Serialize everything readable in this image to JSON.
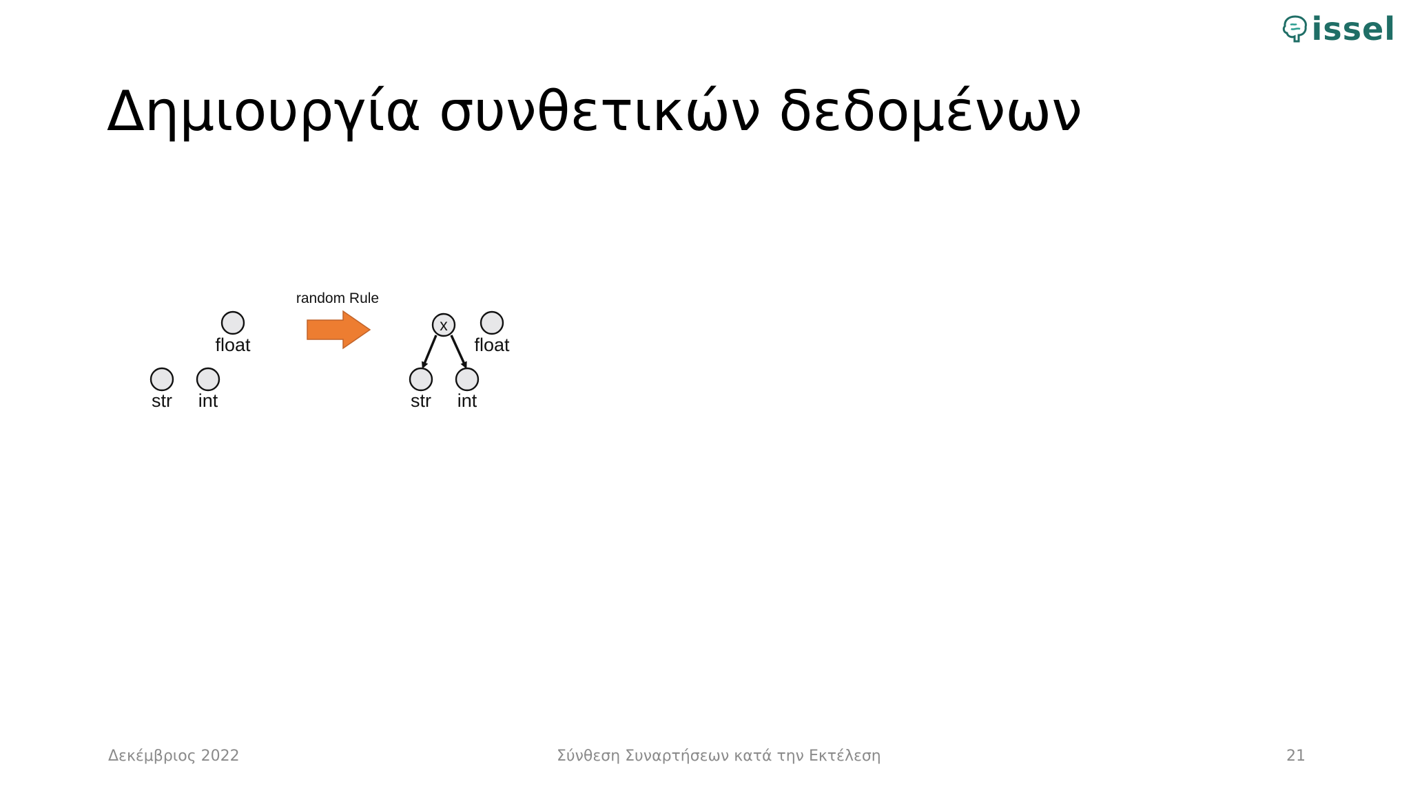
{
  "slide": {
    "title": "Δημιουργία συνθετικών δεδομένων",
    "logo_text": "issel",
    "footer": {
      "date": "Δεκέμβριος 2022",
      "center": "Σύνθεση Συναρτήσεων κατά την Εκτέλεση",
      "page": "21"
    }
  },
  "diagram": {
    "before": {
      "nodes": [
        "float",
        "str",
        "int"
      ]
    },
    "rule_label": "random Rule",
    "after": {
      "root": "x",
      "nodes": [
        "float",
        "str",
        "int"
      ]
    }
  },
  "colors": {
    "arrow_fill": "#ed7d31",
    "node_fill": "#e7e7e9",
    "logo": "#1f6e66",
    "footer_text": "#8a8a8a"
  }
}
